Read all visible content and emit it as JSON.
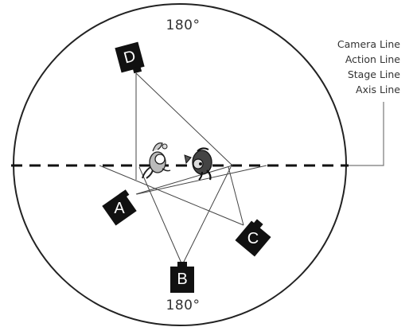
{
  "angle_top": "180°",
  "angle_bottom": "180°",
  "legend": [
    "Camera Line",
    "Action Line",
    "Stage Line",
    "Axis Line"
  ],
  "cameras": [
    "A",
    "B",
    "C",
    "D"
  ],
  "colors": {
    "ink": "#111111",
    "line": "#333333",
    "bg": "#ffffff"
  }
}
